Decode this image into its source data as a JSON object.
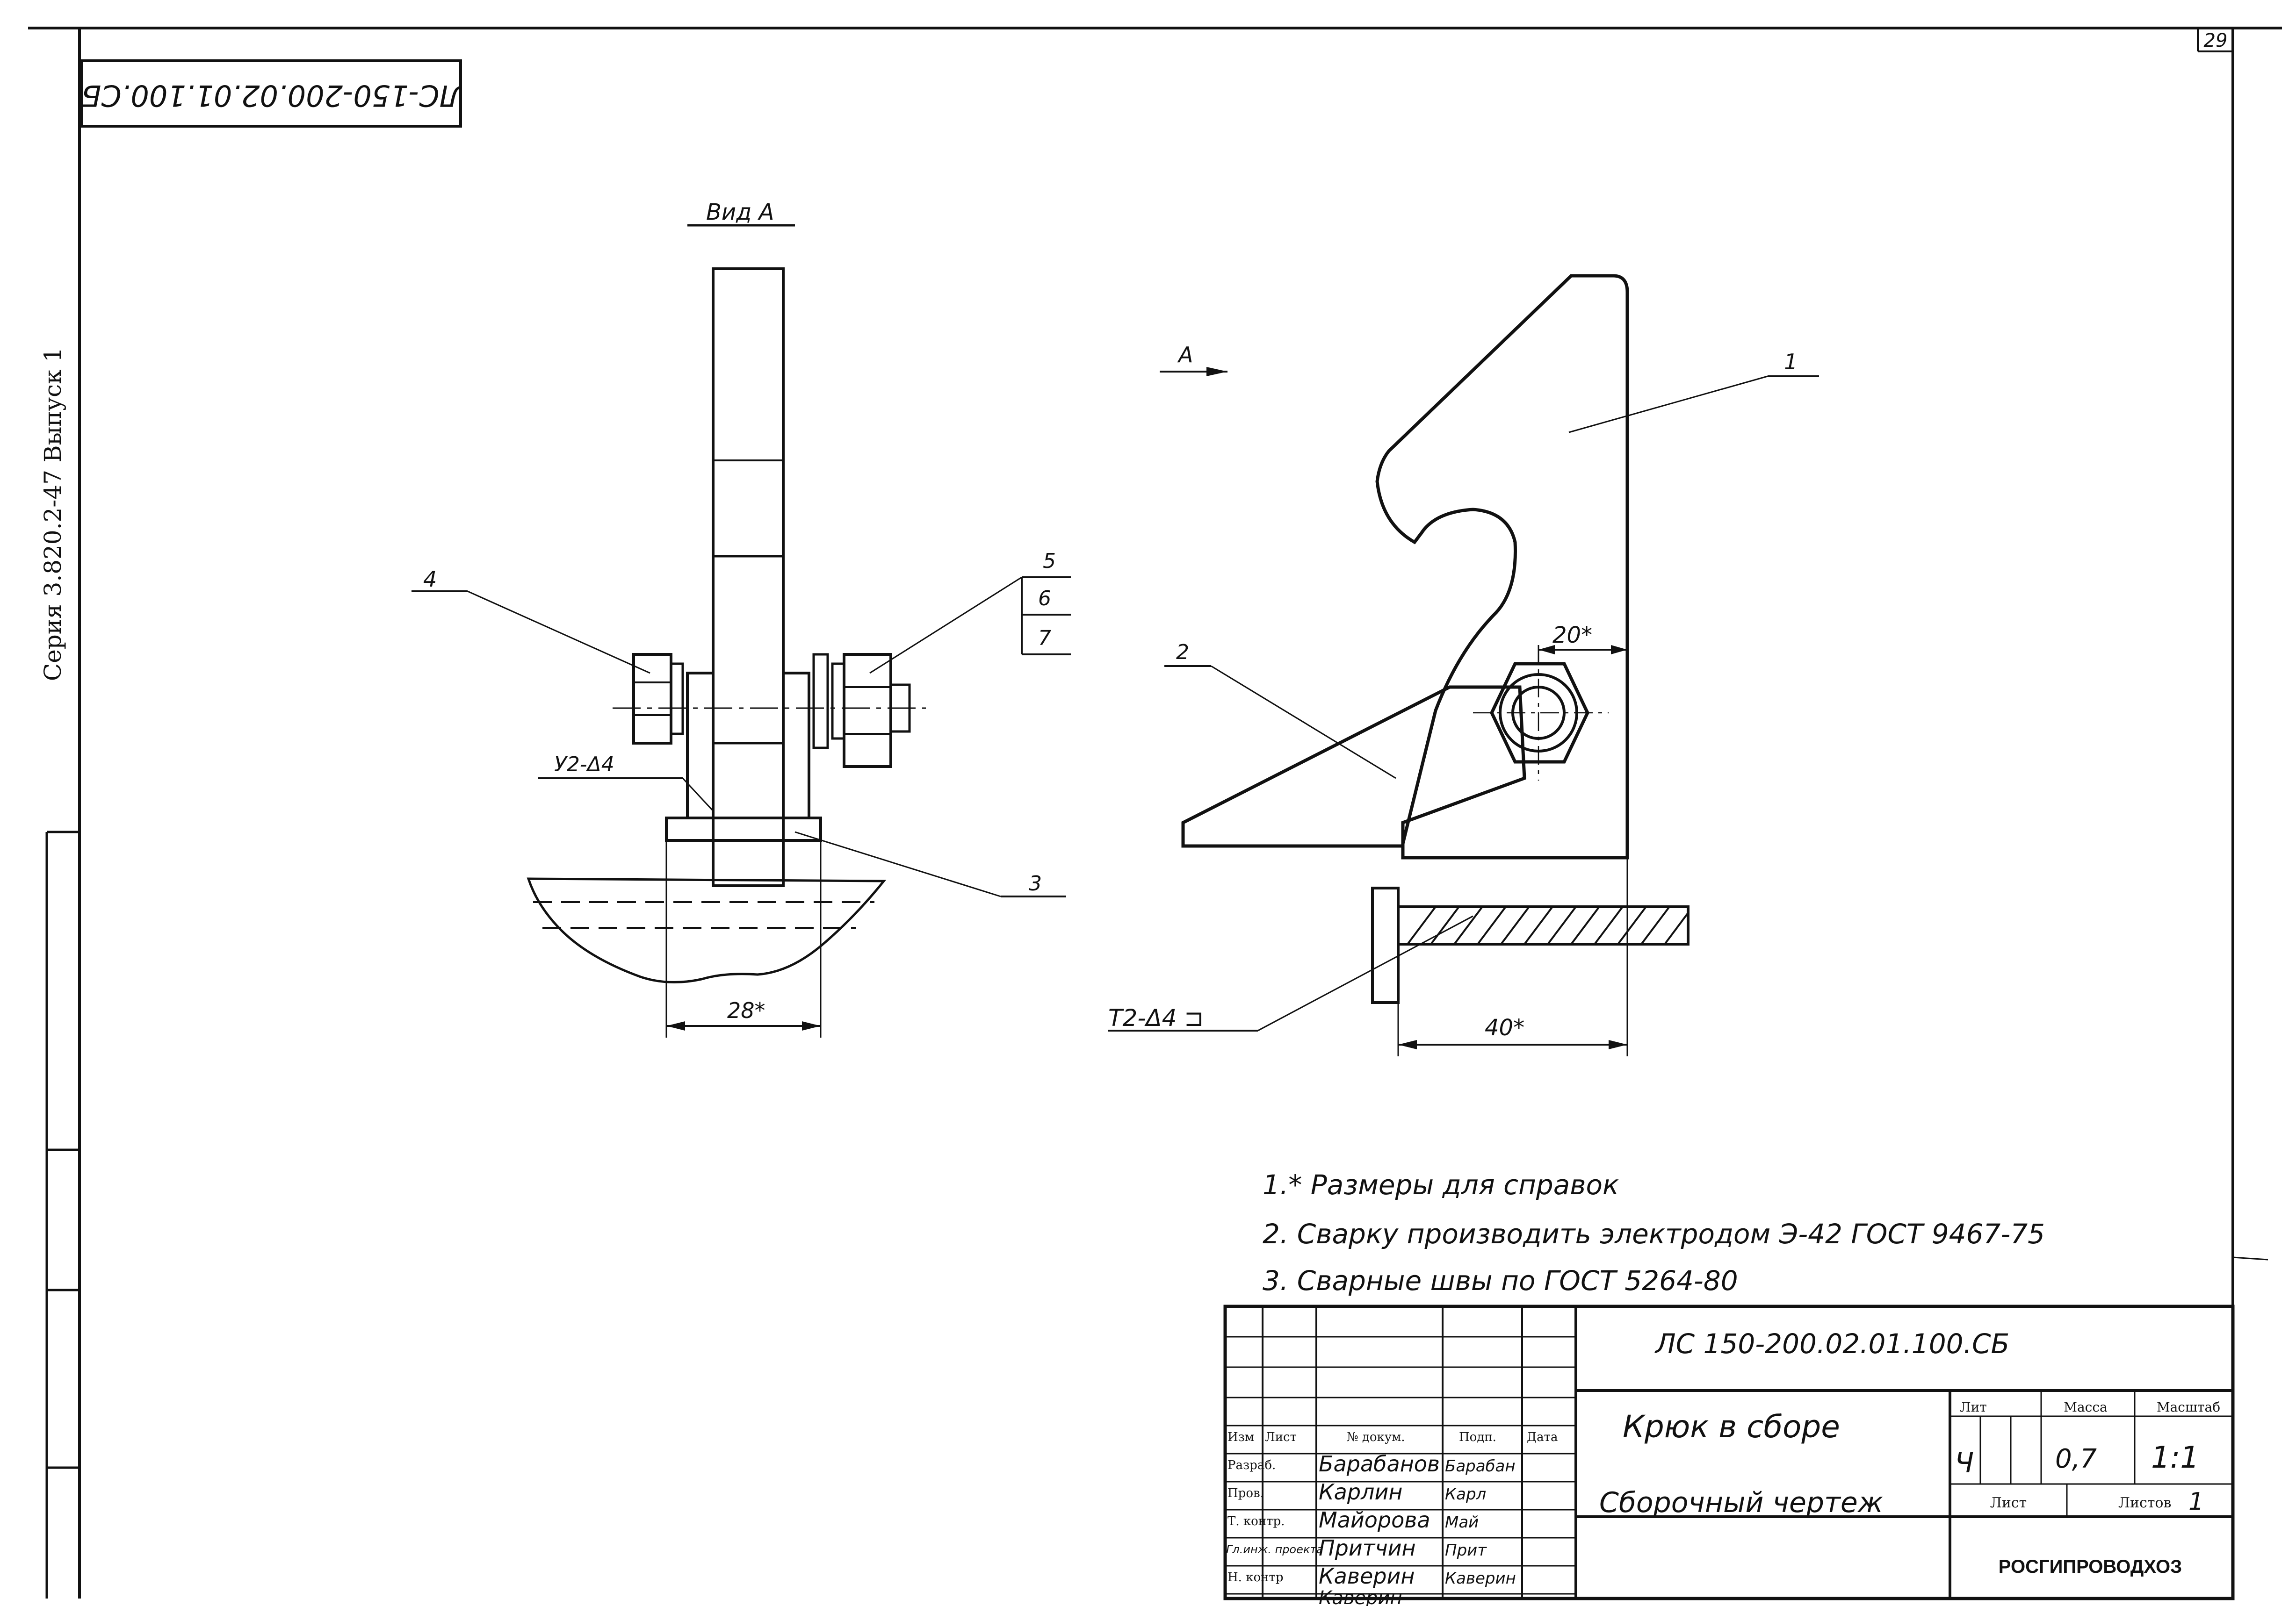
{
  "page_number": "29",
  "stamp_code": "ЛС-150-200.02.01.100.СБ",
  "side_series": "Серия 3.820.2-47 Выпуск 1",
  "view_label": "Вид А",
  "arrow_label": "А",
  "callouts": {
    "c1": "1",
    "c2": "2",
    "c3": "3",
    "c4": "4",
    "c5": "5",
    "c6": "6",
    "c7": "7"
  },
  "weld_left": "У2-Δ4",
  "weld_right": "Т2-Δ4 ⊐",
  "dims": {
    "d28": "28*",
    "d20": "20*",
    "d40": "40*"
  },
  "notes": [
    "1.* Размеры для справок",
    "2. Сварку производить электродом Э-42 ГОСТ 9467-75",
    "3. Сварные швы по ГОСТ 5264-80"
  ],
  "title_block": {
    "doc_code": "ЛС 150-200.02.01.100.СБ",
    "name_line1": "Крюк в сборе",
    "name_line2": "Сборочный чертеж",
    "headers": {
      "izm": "Изм",
      "list": "Лист",
      "ndoc": "№ докум.",
      "podp": "Подп.",
      "data": "Дата"
    },
    "rows": [
      {
        "role": "Разраб.",
        "name": "Барабанов",
        "sign": "Барабан"
      },
      {
        "role": "Пров.",
        "name": "Карлин",
        "sign": "Карл"
      },
      {
        "role": "Т. контр.",
        "name": "Майорова",
        "sign": "Май"
      },
      {
        "role": "Гл.инж. проекта",
        "name": "Притчин",
        "sign": "Прит"
      },
      {
        "role": "Н. контр",
        "name": "Каверин",
        "sign": "Каверин"
      },
      {
        "role": "",
        "name": "Каверин",
        "sign": ""
      }
    ],
    "lit_label": "Лит",
    "mass_label": "Масса",
    "scale_label": "Масштаб",
    "lit_value": "Ч",
    "mass_value": "0,7",
    "scale_value": "1:1",
    "sheet_label": "Лист",
    "sheets_label": "Листов",
    "sheets_value": "1",
    "org": "РОСГИПРОВОДХОЗ"
  }
}
